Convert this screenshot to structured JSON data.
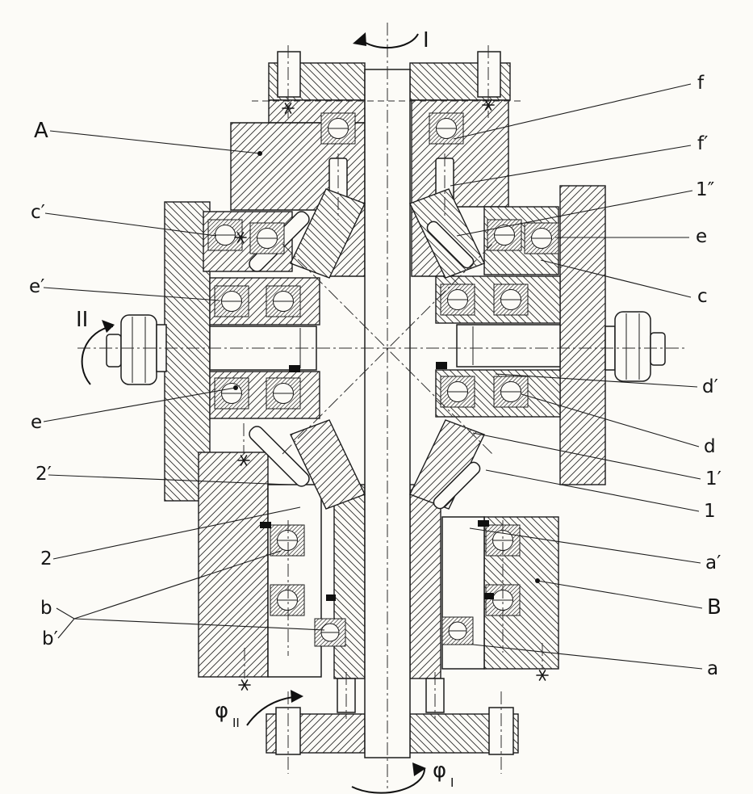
{
  "figure": {
    "kind": "sectional engineering drawing",
    "subject": "bevel-gear differential coupling mechanism, axial cross-section",
    "background_color": "#fcfbf7",
    "ink_color": "#1c1c1c",
    "style": "black-and-white scanned line drawing with hatched sections, ball bearings, hex nuts and dash-dot centerlines"
  },
  "icons": {
    "rotation_arrow": "curved arc with filled arrowhead",
    "adjustment_star": "asterisk mark",
    "centerline": "dash-dot line",
    "section_hatch": "45-degree hatching"
  },
  "labels": {
    "A": "A",
    "B": "B",
    "a": "a",
    "a_p": "a′",
    "b": "b",
    "b_p": "b′",
    "c": "c",
    "c_p": "c′",
    "d": "d",
    "d_p": "d′",
    "e_left": "e",
    "e_right": "e",
    "e_p": "e′",
    "f": "f",
    "f_p": "f′",
    "g1": "1",
    "g1_p": "1′",
    "g1_pp": "1″",
    "g2": "2",
    "g2_p": "2′",
    "axisI": "I",
    "axisII": "II",
    "phiI_sym": "φ",
    "phiI_sub": "I",
    "phiII_sym": "φ",
    "phiII_sub": "II"
  }
}
